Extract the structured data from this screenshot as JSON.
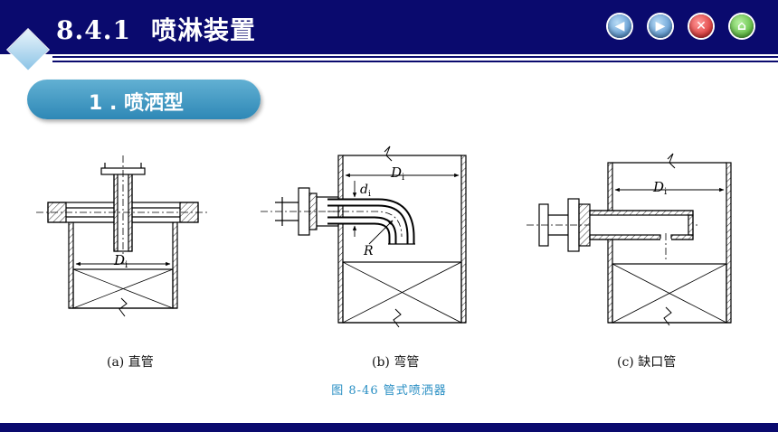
{
  "header": {
    "section_number": "8.4.1",
    "title": "喷淋装置"
  },
  "section": {
    "title": "1 . 喷洒型"
  },
  "figure": {
    "panels": [
      {
        "caption": "(a) 直管",
        "diameter_label": "D",
        "diameter_sub": "i"
      },
      {
        "caption": "(b)  弯管",
        "diameter_label": "D",
        "diameter_sub": "i",
        "small_diameter_label": "d",
        "small_diameter_sub": "i",
        "radius_label": "R"
      },
      {
        "caption": "(c)  缺口管",
        "diameter_label": "D",
        "diameter_sub": "i"
      }
    ],
    "caption": "图 8-46    管式喷洒器"
  },
  "colors": {
    "header_bg": "#0a0a6e",
    "pill_bg": "#3a92c0",
    "caption": "#2a8fc4"
  },
  "icons": [
    "back-button-icon",
    "forward-button-icon",
    "close-button-icon",
    "home-button-icon"
  ]
}
